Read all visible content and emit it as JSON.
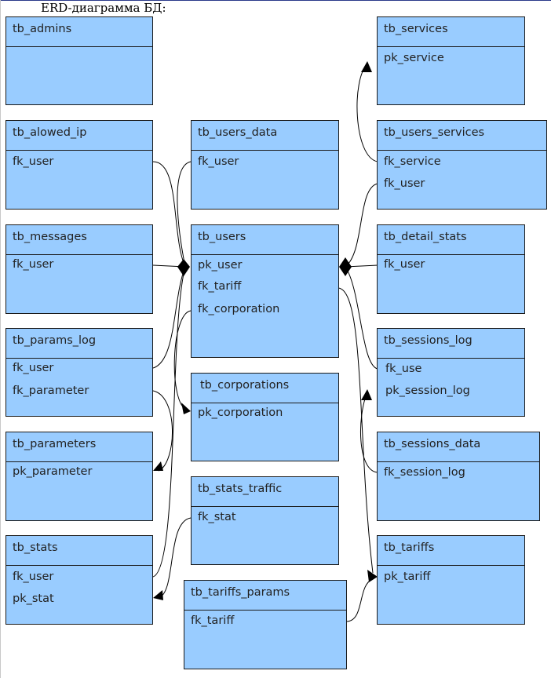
{
  "title": "ERD-диаграмма БД:",
  "tables": {
    "tb_admins": {
      "name": "tb_admins",
      "fields": []
    },
    "tb_services": {
      "name": "tb_services",
      "fields": [
        "pk_service"
      ]
    },
    "tb_alowed_ip": {
      "name": "tb_alowed_ip",
      "fields": [
        "fk_user"
      ]
    },
    "tb_users_data": {
      "name": "tb_users_data",
      "fields": [
        "fk_user"
      ]
    },
    "tb_users_services": {
      "name": "tb_users_services",
      "fields": [
        "fk_service",
        "fk_user"
      ]
    },
    "tb_messages": {
      "name": "tb_messages",
      "fields": [
        "fk_user"
      ]
    },
    "tb_users": {
      "name": "tb_users",
      "fields": [
        "pk_user",
        "fk_tariff",
        "fk_corporation"
      ]
    },
    "tb_detail_stats": {
      "name": "tb_detail_stats",
      "fields": [
        "fk_user"
      ]
    },
    "tb_params_log": {
      "name": "tb_params_log",
      "fields": [
        "fk_user",
        "fk_parameter"
      ]
    },
    "tb_sessions_log": {
      "name": "tb_sessions_log",
      "fields": [
        "fk_use",
        "pk_session_log"
      ]
    },
    "tb_corporations": {
      "name": "tb_corporations",
      "fields": [
        "pk_corporation"
      ]
    },
    "tb_parameters": {
      "name": "tb_parameters",
      "fields": [
        "pk_parameter"
      ]
    },
    "tb_sessions_data": {
      "name": "tb_sessions_data",
      "fields": [
        "fk_session_log"
      ]
    },
    "tb_stats_traffic": {
      "name": "tb_stats_traffic",
      "fields": [
        "fk_stat"
      ]
    },
    "tb_stats": {
      "name": "tb_stats",
      "fields": [
        "fk_user",
        "pk_stat"
      ]
    },
    "tb_tariffs": {
      "name": "tb_tariffs",
      "fields": [
        "pk_tariff"
      ]
    },
    "tb_tariffs_params": {
      "name": "tb_tariffs_params",
      "fields": [
        "fk_tariff"
      ]
    }
  },
  "colors": {
    "entity_fill": "#99ccff",
    "border": "#1a1a1a",
    "connector": "#000000"
  }
}
